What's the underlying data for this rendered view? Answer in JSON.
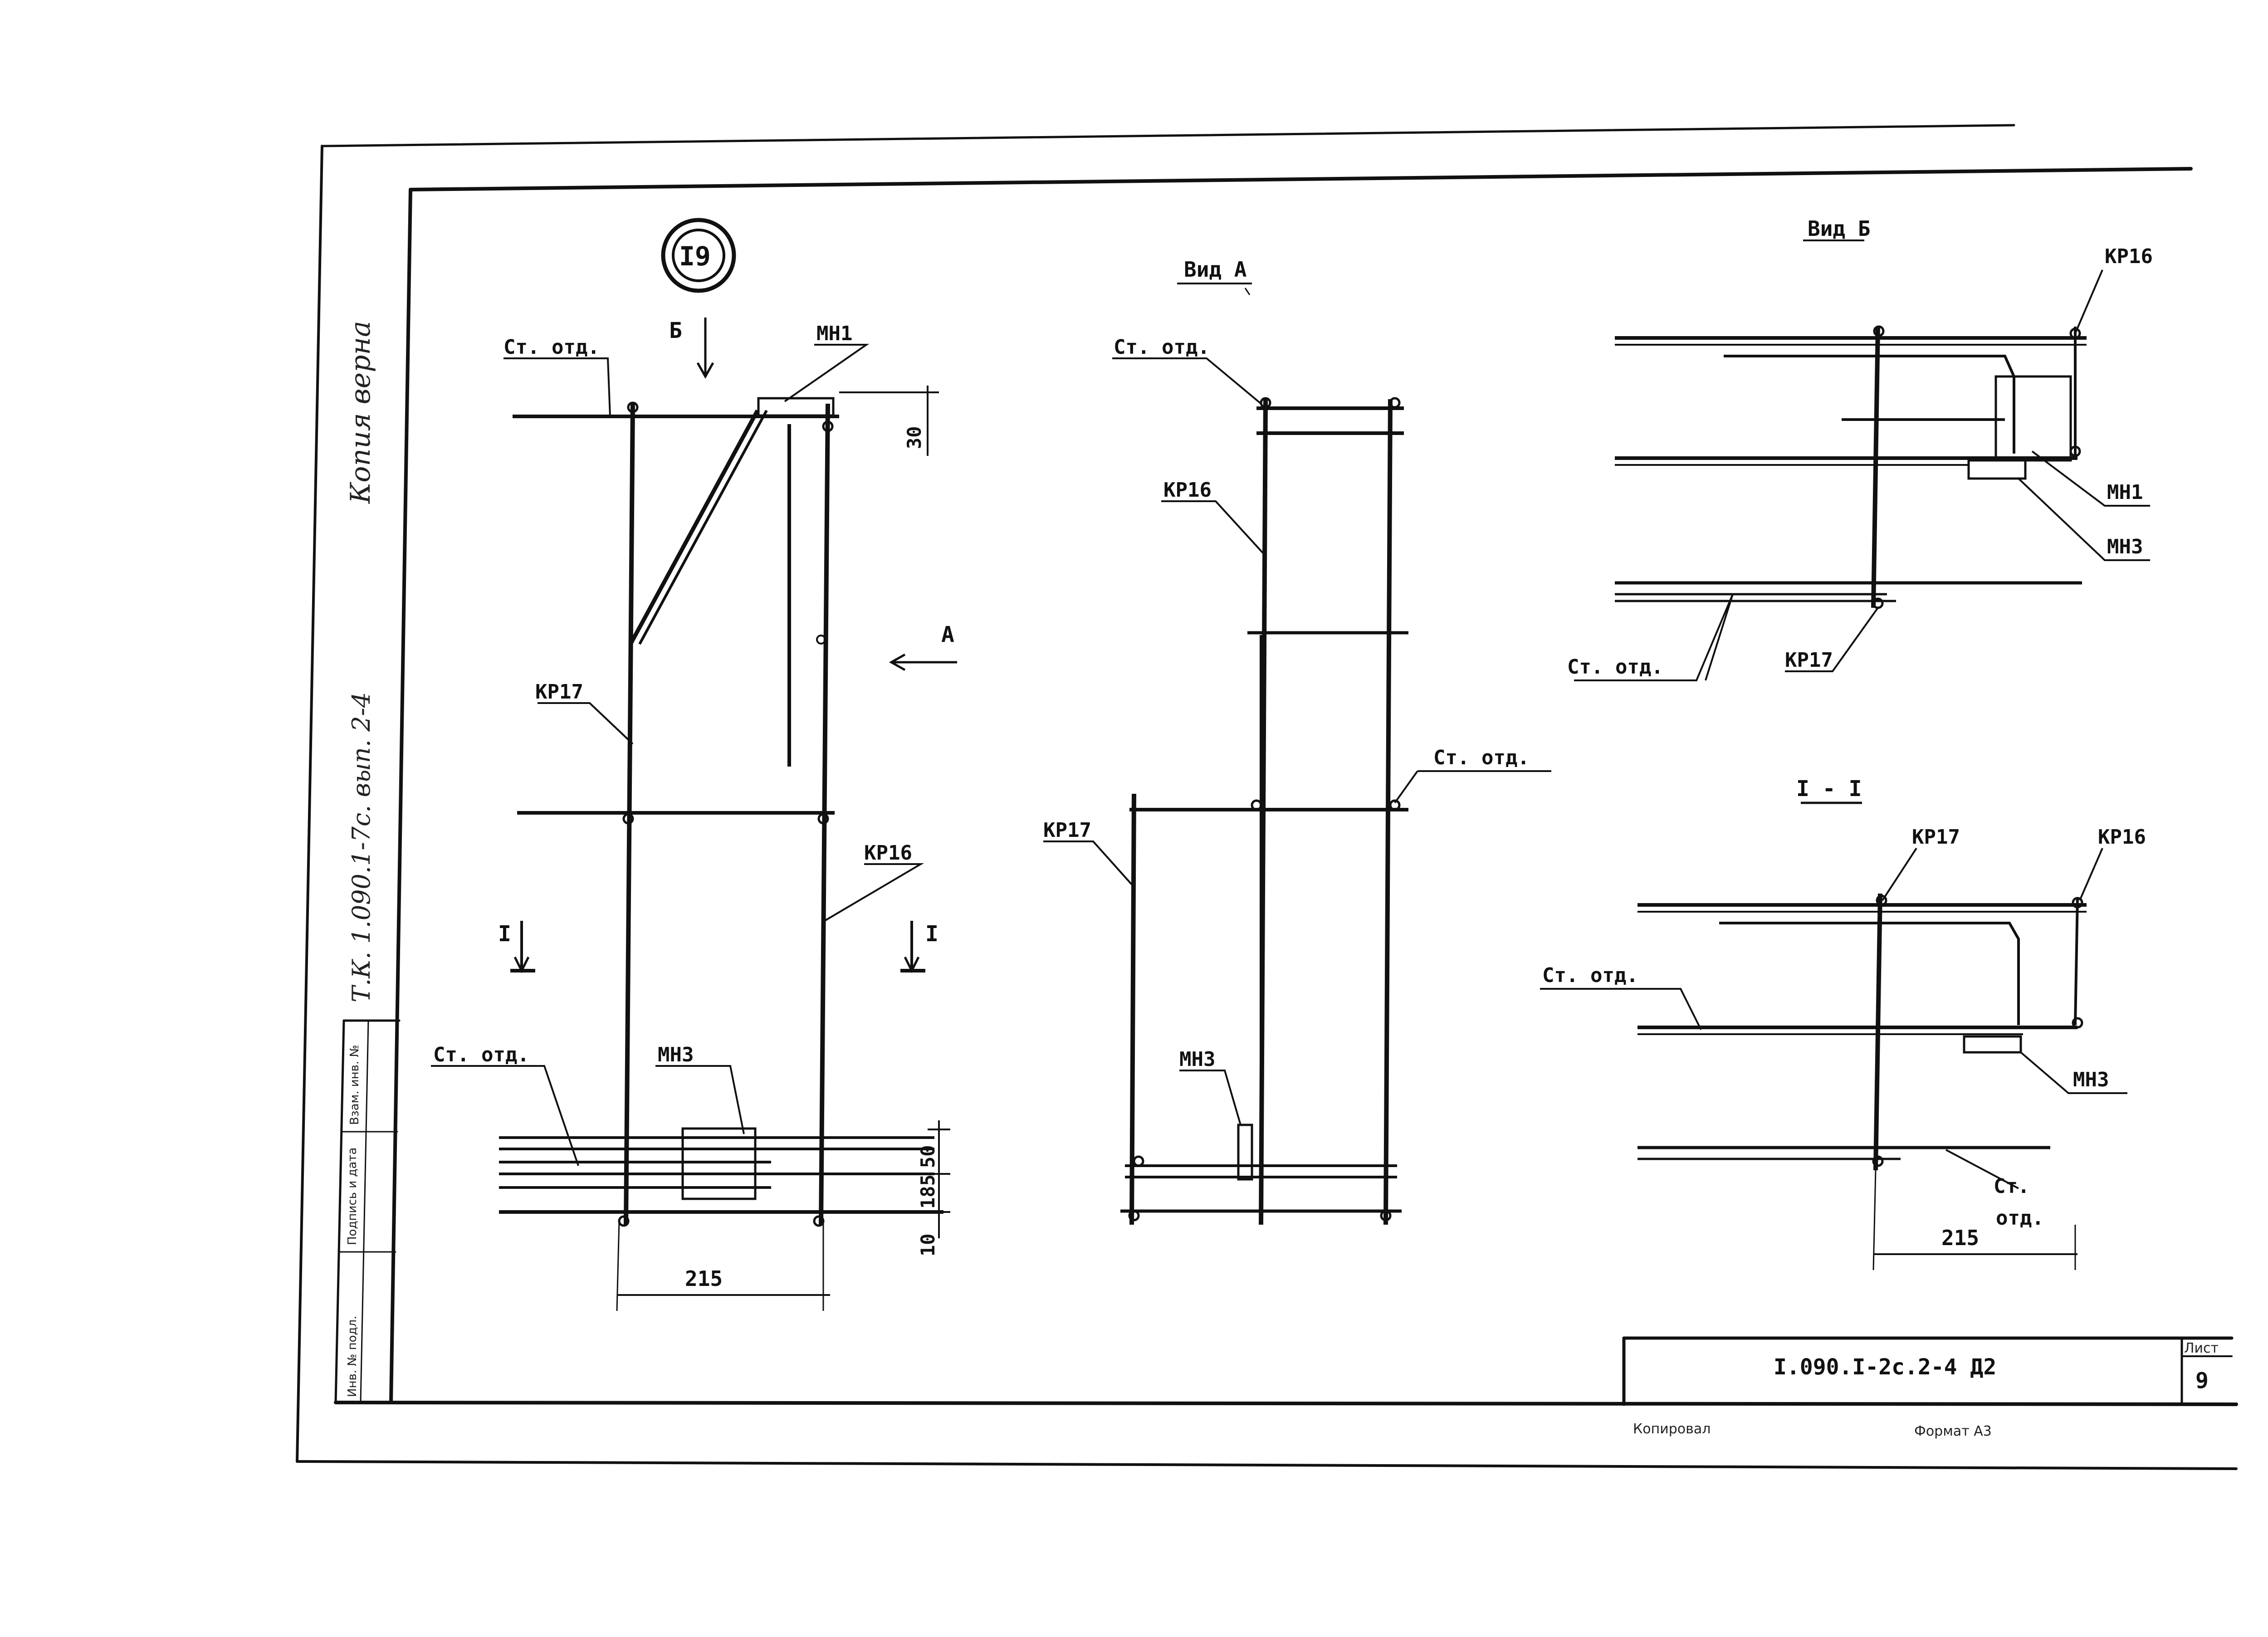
{
  "sheet": {
    "designation": "I.090.I-2c.2-4 Д2",
    "sheet_label": "Лист",
    "sheet_number": "9",
    "copied_label": "Копировал",
    "format_label": "Формат А3",
    "margin_note": "Т.К. 1.090.1-7с. вып. 2-4",
    "margin_stamp": "Копия верна",
    "stamp_columns": [
      "Инв. № подл.",
      "Подпись и дата",
      "Взам. инв. №"
    ]
  },
  "detail": {
    "number": "I9",
    "arrow_view_b": "Б",
    "arrow_view_a": "А",
    "section_left": "I",
    "section_right": "I",
    "labels": {
      "st_top": "Ст. отд.",
      "mn1": "МН1",
      "kr17": "КР17",
      "kr16": "КР16",
      "st_bottom": "Ст. отд.",
      "mn3": "МН3"
    },
    "dims": {
      "top": "30",
      "d50": "50",
      "d185": "185",
      "d10": "10",
      "width": "215"
    }
  },
  "view_a": {
    "title": "Вид А",
    "labels": {
      "st_top": "Ст. отд.",
      "kr16": "КР16",
      "st_right": "Ст. отд.",
      "kr17": "КР17",
      "mn3": "МН3"
    }
  },
  "view_b": {
    "title": "Вид Б",
    "labels": {
      "kr16": "КР16",
      "mn1": "МН1",
      "mn3": "МН3",
      "st": "Ст. отд.",
      "kr17": "КР17"
    }
  },
  "section": {
    "title": "I - I",
    "labels": {
      "kr17": "КР17",
      "kr16": "КР16",
      "st_top": "Ст. отд.",
      "mn3": "МН3",
      "st_bot_1": "Ст.",
      "st_bot_2": "отд."
    },
    "dims": {
      "width": "215"
    }
  }
}
